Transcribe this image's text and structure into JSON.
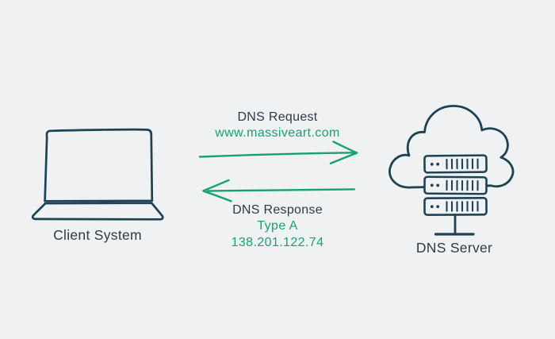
{
  "colors": {
    "background": "#f0f1f2",
    "ink_outline": "#1e4254",
    "label_text": "#2c3a47",
    "accent_green": "#17a173"
  },
  "client": {
    "label": "Client System"
  },
  "dns_server": {
    "label": "DNS Server"
  },
  "request": {
    "label": "DNS Request",
    "query": "www.massiveart.com",
    "direction": "client-to-server"
  },
  "response": {
    "label": "DNS Response",
    "record_type": "Type A",
    "ip_address": "138.201.122.74",
    "direction": "server-to-client"
  }
}
